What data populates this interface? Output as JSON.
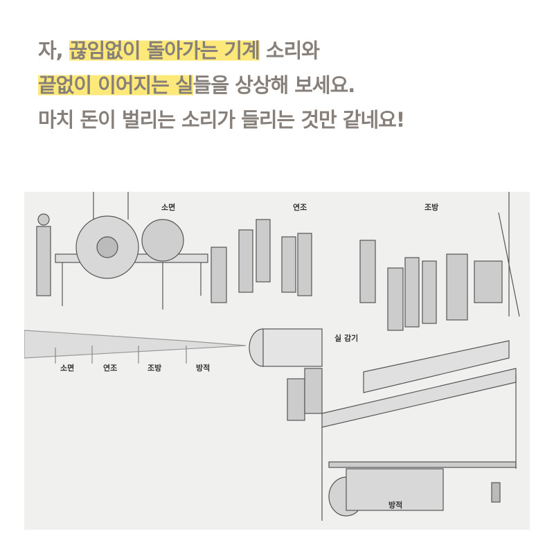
{
  "headline": {
    "line1": {
      "pre": "자, ",
      "highlight": "끊임없이 돌아가는 기계",
      "post": " 소리와"
    },
    "line2": {
      "highlight": "끝없이 이어지는 실",
      "post": "들을 상상해 보세요."
    },
    "line3": "마치 돈이 벌리는 소리가 들리는 것만 같네요!"
  },
  "illustration": {
    "stage_labels": [
      "소면",
      "연조",
      "조방"
    ],
    "winding_label": "실 감기",
    "process_labels": [
      "소면",
      "연조",
      "조방",
      "방적"
    ],
    "spinning_label": "방적"
  },
  "colors": {
    "text": "#877f7a",
    "highlight": "#fde97a",
    "illustration_bg": "#f0f0ee"
  }
}
